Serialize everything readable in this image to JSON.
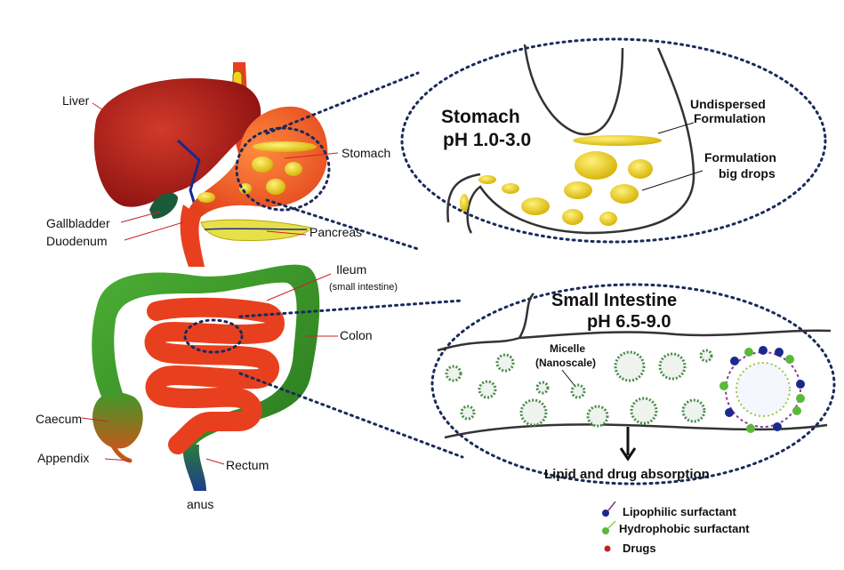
{
  "organs": {
    "liver": "Liver",
    "gallbladder": "Gallbladder",
    "duodenum": "Duodenum",
    "stomach": "Stomach",
    "pancreas": "Pancreas",
    "ileum": "Ileum",
    "ileum_sub": "(small intestine)",
    "colon": "Colon",
    "caecum": "Caecum",
    "appendix": "Appendix",
    "rectum": "Rectum",
    "anus": "anus"
  },
  "stomach_callout": {
    "title": "Stomach",
    "ph": "pH 1.0-3.0",
    "undispersed_1": "Undispersed",
    "undispersed_2": "Formulation",
    "bigdrops_1": "Formulation",
    "bigdrops_2": "big drops"
  },
  "intestine_callout": {
    "title": "Small Intestine",
    "ph": "pH 6.5-9.0",
    "micelle_1": "Micelle",
    "micelle_2": "(Nanoscale)",
    "absorption": "Lipid and drug absorption"
  },
  "legend": {
    "lipophilic": "Lipophilic surfactant",
    "hydrophobic": "Hydrophobic surfactant",
    "drugs": "Drugs"
  },
  "colors": {
    "liver": "#b01e1e",
    "stomach": "#f05a28",
    "colon": "#3f9a2a",
    "small_intestine": "#e8401e",
    "formulation": "#f2d21a",
    "callout_border": "#1a2a5a",
    "label_line": "#cc2222"
  }
}
